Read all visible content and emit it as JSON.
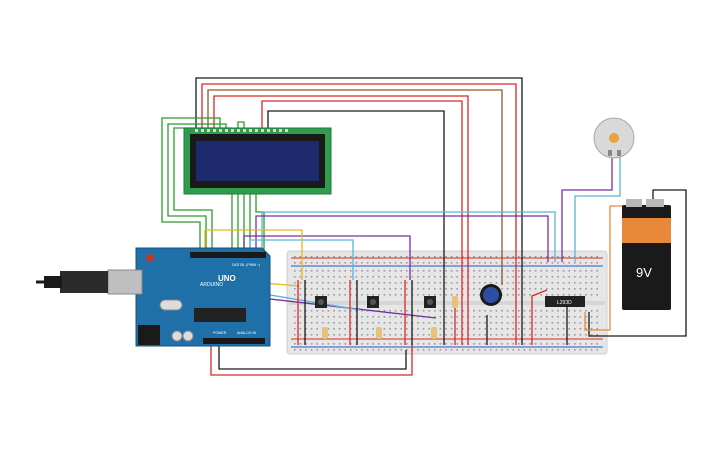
{
  "circuit": {
    "battery": {
      "label": "9V",
      "body_color": "#1a1a1a",
      "cap_color": "#e8893a"
    },
    "driver_chip": {
      "label": "L293D"
    },
    "arduino": {
      "brand": "UNO",
      "logo_text": "ARDUINO",
      "power_header": "POWER",
      "analog_header": "ANALOG IN",
      "digital_header": "DIGITAL (PWM ~)",
      "board_color": "#1f6fa8"
    },
    "lcd": {
      "screen_color": "#1e2a6e",
      "pcb_color": "#2e9e4e"
    },
    "breadboard": {
      "color": "#e8e8e8",
      "rail_red": "#d62a2a",
      "rail_blue": "#2a52d6"
    },
    "motor": {
      "shaft_color": "#e8a23a"
    },
    "wire_colors": [
      "#2a9d2a",
      "#d62a2a",
      "#1a1a1a",
      "#8b5a2b",
      "#7b2fa0",
      "#5ab4d6",
      "#e8b71a",
      "#e8893a"
    ]
  }
}
